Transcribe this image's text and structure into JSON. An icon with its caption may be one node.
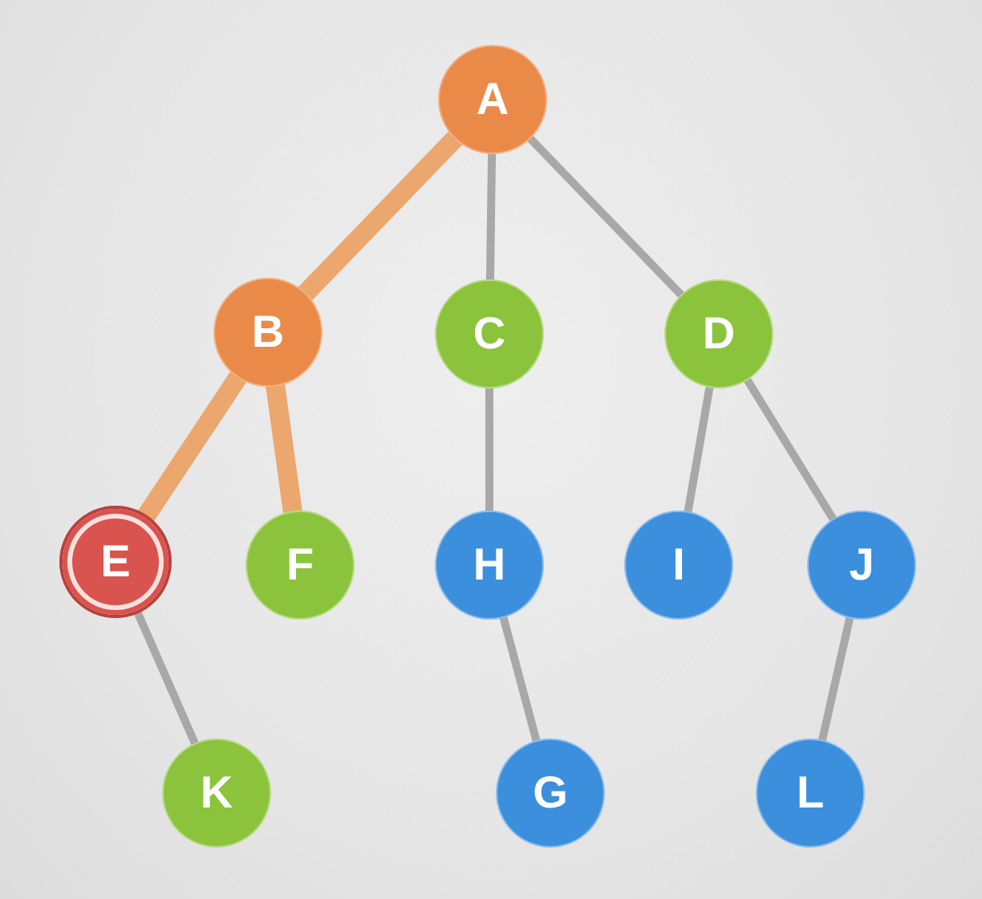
{
  "diagram": {
    "nodes": [
      {
        "text": [
          "A"
        ]
      },
      {
        "text": [
          "B"
        ]
      },
      {
        "text": [
          "C"
        ]
      },
      {
        "text": [
          "D"
        ]
      },
      {
        "text": [
          "E"
        ]
      },
      {
        "text": [
          "F"
        ]
      },
      {
        "text": [
          "H"
        ]
      },
      {
        "text": [
          "I"
        ]
      },
      {
        "text": [
          "J"
        ]
      },
      {
        "text": [
          "K"
        ]
      },
      {
        "text": [
          "G"
        ]
      },
      {
        "text": [
          "L"
        ]
      }
    ],
    "edges": [
      {
        "from": 0,
        "to": 1,
        "arrow": "none",
        "style": "thick",
        "color": "#eba76e"
      },
      {
        "from": 0,
        "to": 2,
        "arrow": "none"
      },
      {
        "from": 0,
        "to": 3,
        "arrow": "none"
      },
      {
        "from": 1,
        "to": 4,
        "arrow": "none",
        "style": "thick",
        "color": "#eba76e"
      },
      {
        "from": 1,
        "to": 5,
        "arrow": "none",
        "style": "thick",
        "color": "#eba76e"
      },
      {
        "from": 2,
        "to": 6,
        "arrow": "none"
      },
      {
        "from": 3,
        "to": 7,
        "arrow": "none"
      },
      {
        "from": 3,
        "to": 8,
        "arrow": "none"
      },
      {
        "from": 4,
        "to": 9,
        "arrow": "none"
      },
      {
        "from": 6,
        "to": 10,
        "arrow": "none"
      },
      {
        "from": 8,
        "to": 11,
        "arrow": "none"
      }
    ]
  }
}
